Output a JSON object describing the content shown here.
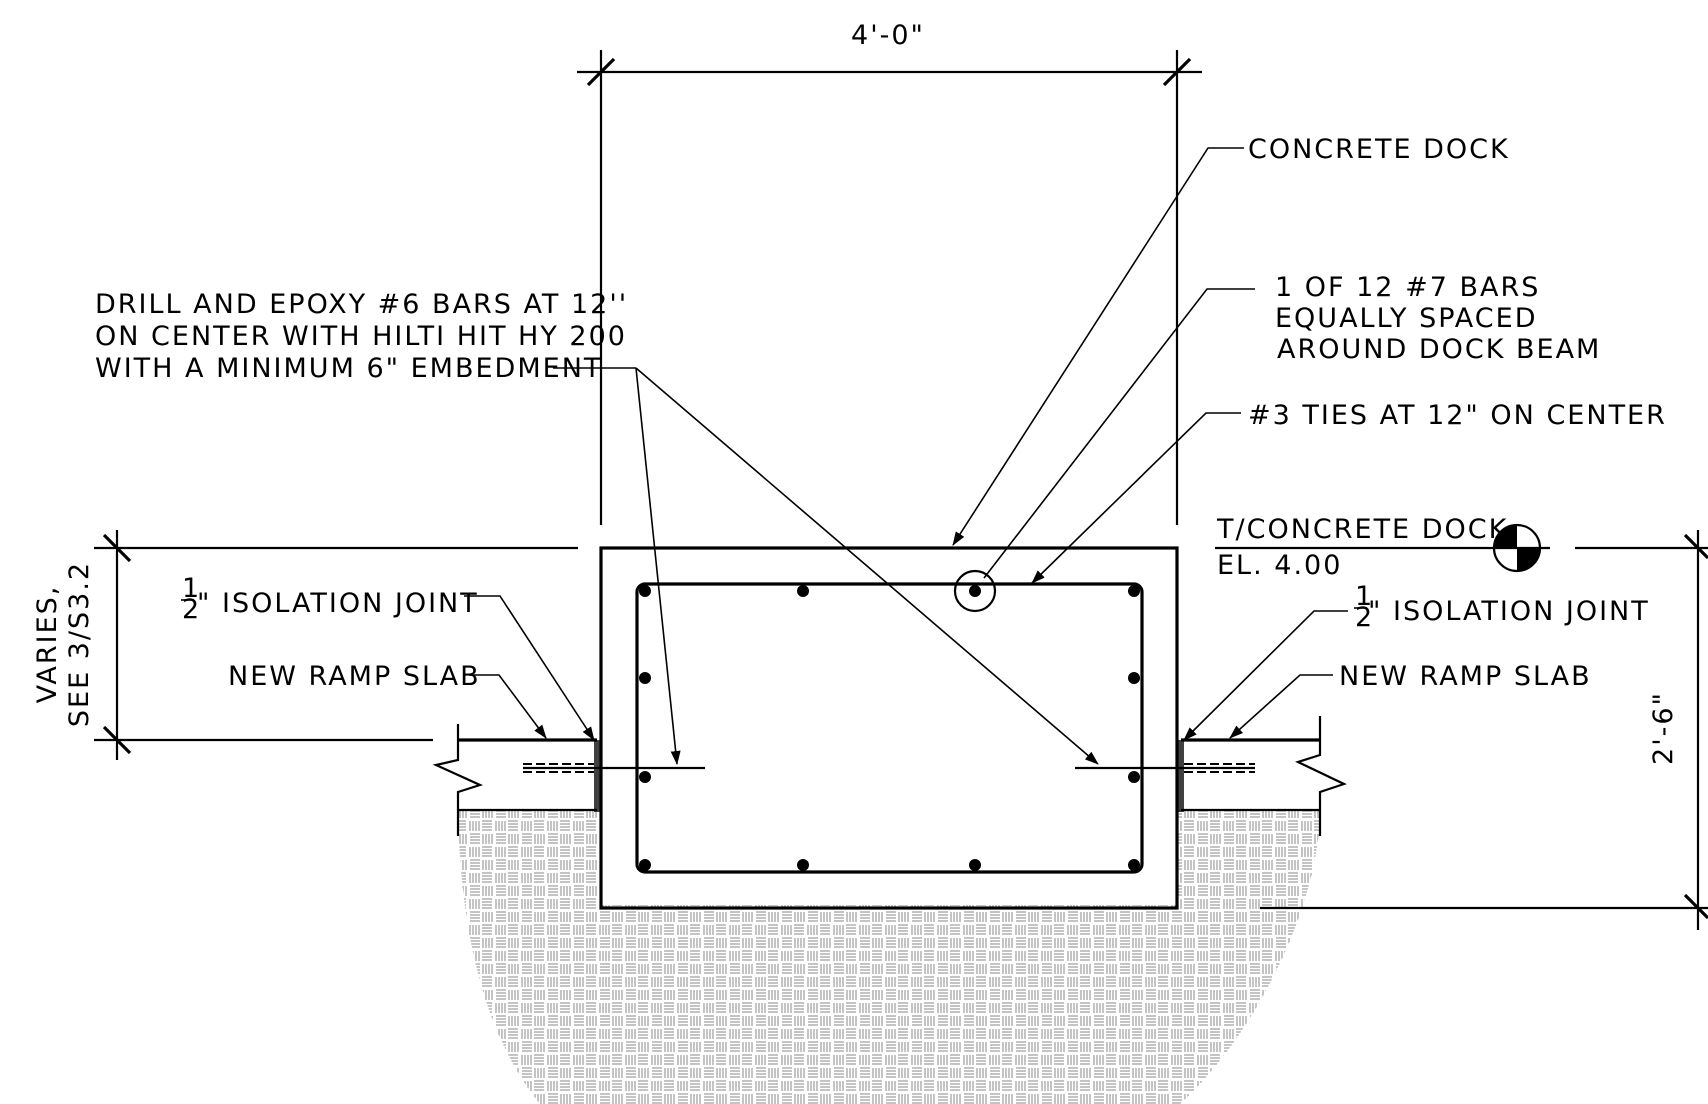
{
  "dimensions": {
    "width": "4'-0\"",
    "height": "2'-6\"",
    "varies_line1": "VARIES,",
    "varies_line2": "SEE 3/S3.2"
  },
  "notes": {
    "concrete_dock": "CONCRETE DOCK",
    "bars_line1": "1 OF 12 #7 BARS",
    "bars_line2": "EQUALLY SPACED",
    "bars_line3": "AROUND DOCK BEAM",
    "ties": "#3 TIES AT 12\" ON CENTER",
    "drill_line1": "DRILL AND EPOXY #6 BARS AT 12''",
    "drill_line2": "ON CENTER WITH HILTI HIT HY 200",
    "drill_line3": "WITH A MINIMUM 6\" EMBEDMENT",
    "top_of_concrete": "T/CONCRETE DOCK",
    "elevation": "EL. 4.00",
    "isolation_joint_left": "\" ISOLATION JOINT",
    "isolation_joint_right": "\" ISOLATION JOINT",
    "ramp_slab_left": "NEW RAMP SLAB",
    "ramp_slab_right": "NEW RAMP SLAB",
    "fraction_num": "1",
    "fraction_den": "2"
  }
}
